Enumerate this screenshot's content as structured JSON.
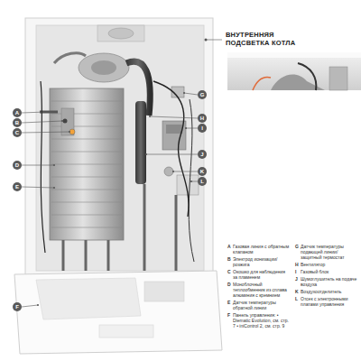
{
  "diagram": {
    "nodes": [
      {
        "text": [
          "A"
        ]
      },
      {
        "text": [
          "B"
        ]
      },
      {
        "text": [
          "C"
        ]
      },
      {
        "text": [
          "D"
        ]
      },
      {
        "text": [
          "E"
        ]
      },
      {
        "text": [
          "F"
        ]
      },
      {
        "text": [
          "G"
        ]
      },
      {
        "text": [
          "H"
        ]
      },
      {
        "text": [
          "I"
        ]
      },
      {
        "text": [
          "J"
        ]
      },
      {
        "text": [
          "K"
        ]
      },
      {
        "text": [
          "L"
        ]
      }
    ],
    "labels": [
      "ВНУТРЕННЯЯ ПОДСВЕТКА КОТЛА",
      "A",
      "Газовая линия с обратным клапаном",
      "B",
      "Электрод ионизации/розжига",
      "C",
      "Окошко для наблюдения за пламенем",
      "D",
      "Моноблочный теплообменник из сплава алюминия с кремнием",
      "E",
      "Датчик температуры обратной линии",
      "F",
      "Панель управления: • Diematic Evolution, см. стр. 7 • iniControl 2, см. стр. 9",
      "G",
      "Датчик температуры подающей линии/защитный термостат",
      "H",
      "Вентилятор",
      "I",
      "Газовый блок",
      "J",
      "Шумоглушитель на подаче воздуха",
      "K",
      "Воздухоотделитель",
      "L",
      "Отсек с электронными платами управления"
    ]
  }
}
